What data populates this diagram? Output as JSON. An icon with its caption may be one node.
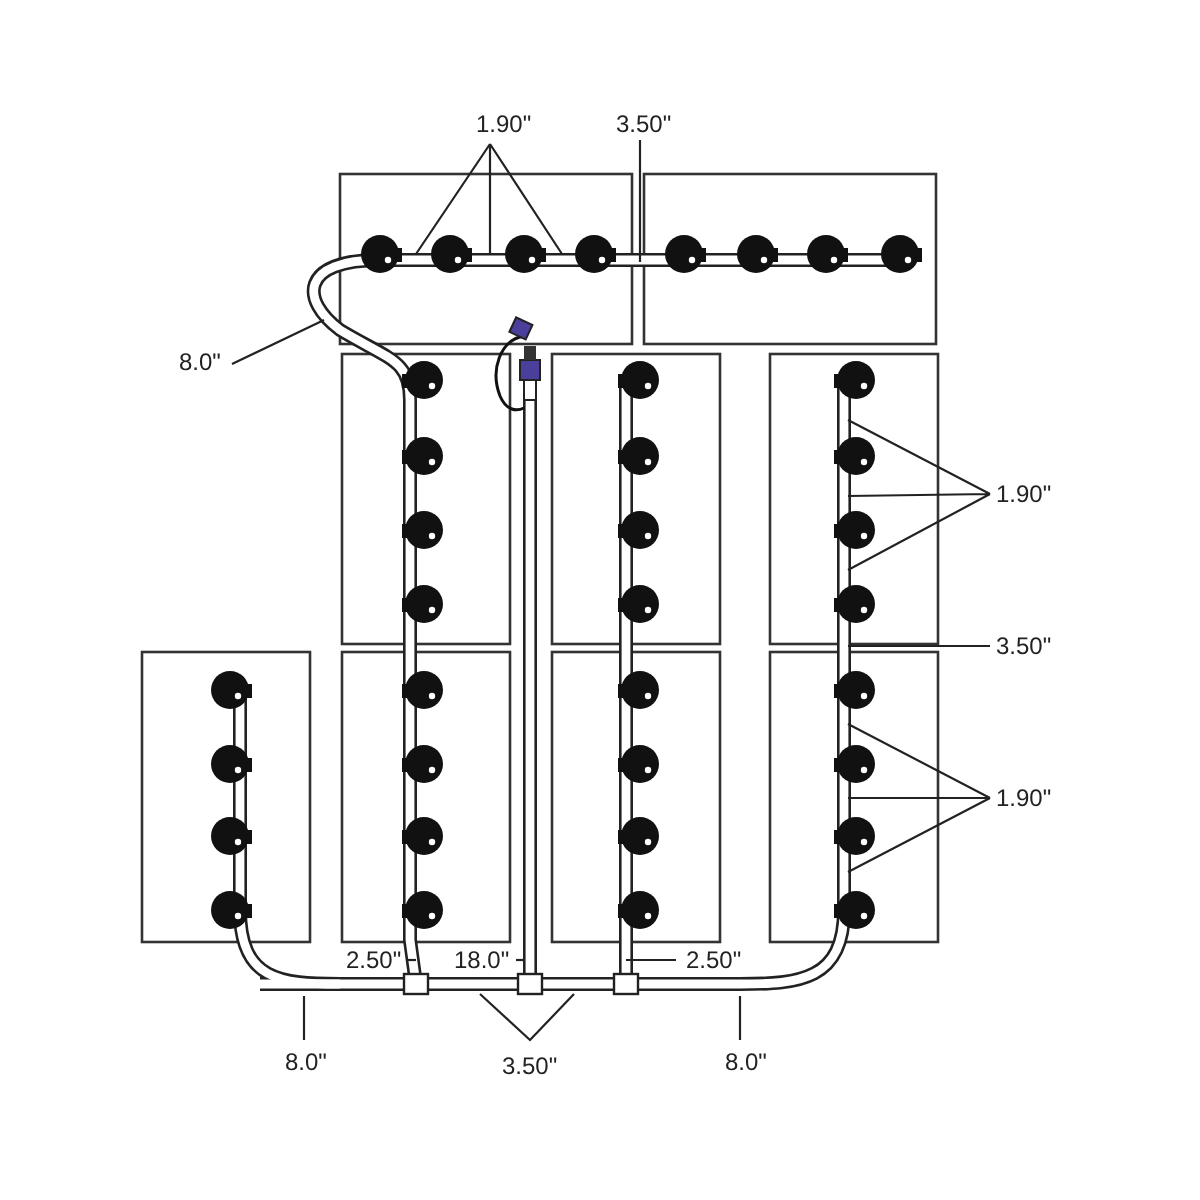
{
  "diagram": {
    "labels": [
      "1.90\"",
      "3.50\"",
      "8.0\"",
      "1.90\"",
      "3.50\"",
      "1.90\"",
      "2.50\"",
      "18.0\"",
      "2.50\"",
      "8.0\"",
      "3.50\"",
      "8.0\""
    ]
  }
}
